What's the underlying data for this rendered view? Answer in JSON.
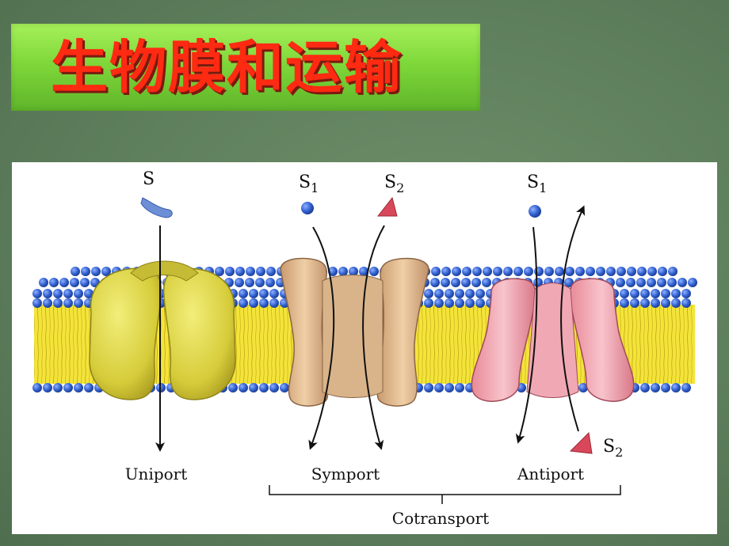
{
  "title": "生物膜和运输",
  "diagram": {
    "substrates": {
      "uniport_s": "S",
      "symport_s1": "S",
      "symport_s1_sub": "1",
      "symport_s2": "S",
      "symport_s2_sub": "2",
      "antiport_s1": "S",
      "antiport_s1_sub": "1",
      "antiport_s2": "S",
      "antiport_s2_sub": "2"
    },
    "labels": {
      "uniport": "Uniport",
      "symport": "Symport",
      "antiport": "Antiport",
      "cotransport": "Cotransport"
    }
  }
}
